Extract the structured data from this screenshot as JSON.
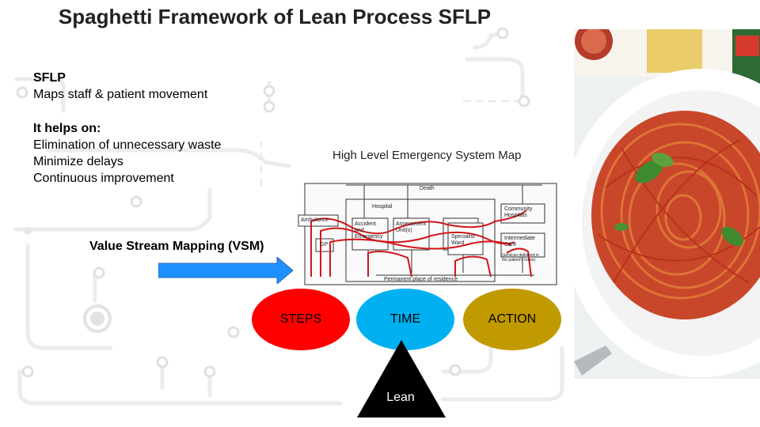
{
  "slide": {
    "title": "Spaghetti Framework of Lean Process SFLP",
    "intro_heading": "SFLP",
    "intro_text": "Maps staff & patient movement",
    "helps_heading": "It helps on:",
    "helps_items": [
      "Elimination of unnecessary waste",
      "Minimize delays",
      "Continuous improvement"
    ],
    "vsm_label": "Value Stream Mapping (VSM)"
  },
  "system_map": {
    "title": "High Level Emergency System Map",
    "labels": {
      "death": "Death",
      "hospital": "Hospital",
      "community_hospital": "Community Hospitals",
      "ambulance": "Ambulance",
      "accident_emergency": "Accident and Emergency",
      "assessment_units": "Assessment Unit(s)",
      "specialist_ward": "Specialist Ward",
      "intermediate_care": "Intermediate Care",
      "intermediate_note": "(services delivered in the patient's home)",
      "gp": "GP",
      "residence": "Permanent place of residence"
    }
  },
  "triad": {
    "steps": "STEPS",
    "time": "TIME",
    "action": "ACTION",
    "base": "Lean"
  },
  "colors": {
    "steps": "#ff0000",
    "time": "#00b0f0",
    "action": "#c19a00",
    "arrow": "#1e90ff",
    "spaghetti_path": "#d0161b"
  },
  "photo": {
    "icon": "spaghetti-plate-image"
  }
}
